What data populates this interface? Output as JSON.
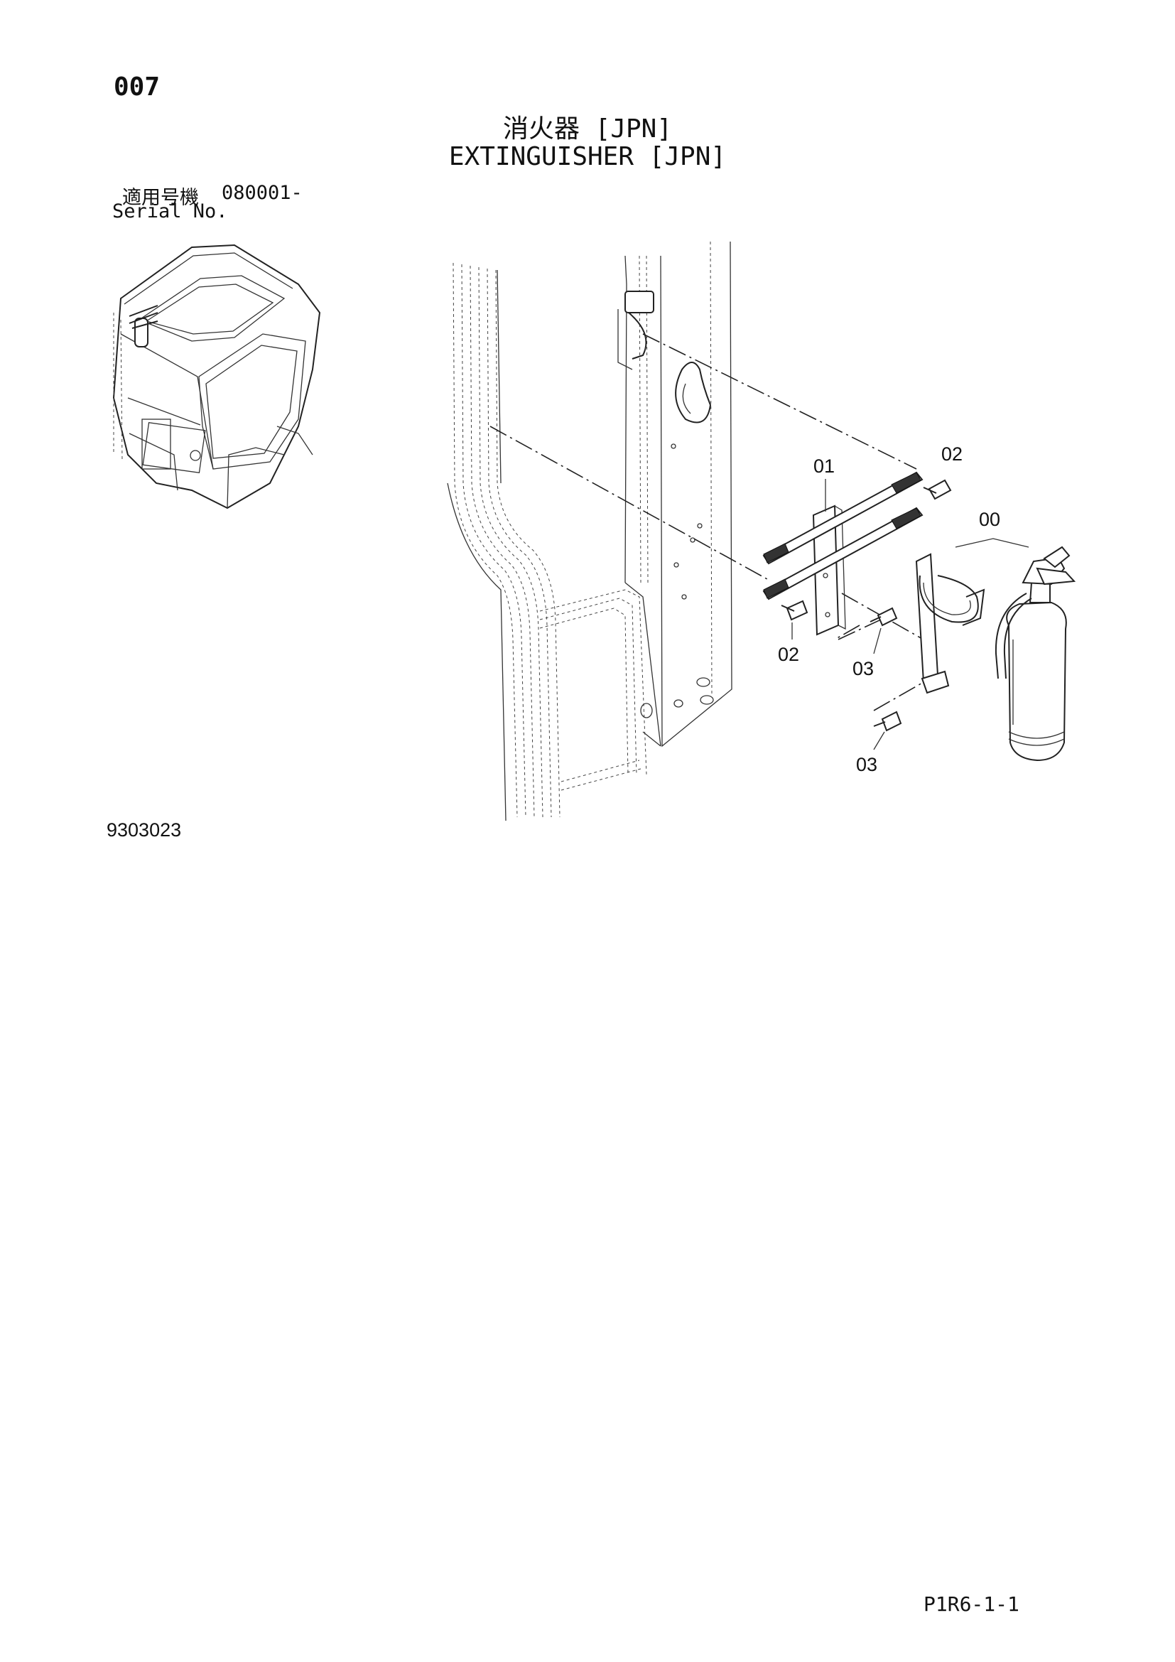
{
  "page_code": "007",
  "title_jp": "消火器 [JPN]",
  "title_en": "EXTINGUISHER [JPN]",
  "serial": {
    "label_jp": "適用号機",
    "value": "080001-",
    "label_en": "Serial No."
  },
  "figure_number": "9303023",
  "page_ref": "P1R6-1-1",
  "callouts": [
    "00",
    "01",
    "02",
    "02",
    "03",
    "03"
  ]
}
